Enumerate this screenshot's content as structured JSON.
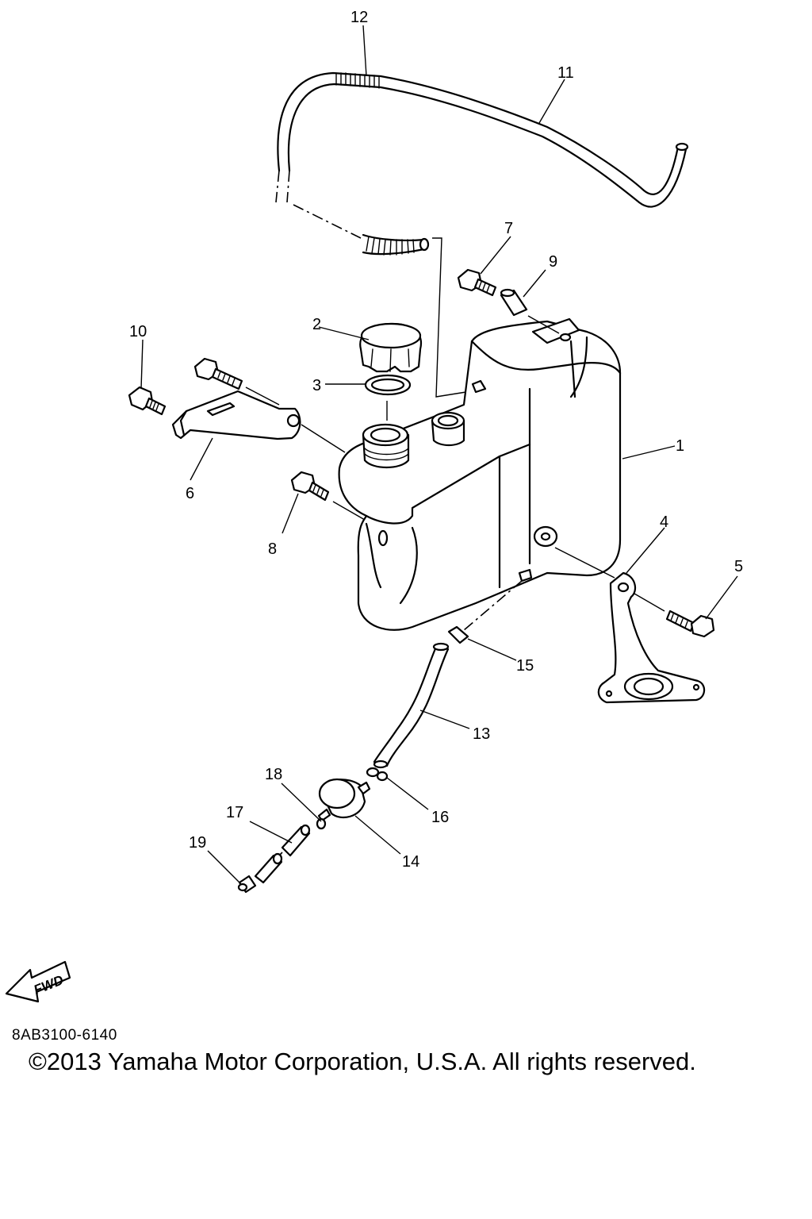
{
  "diagram": {
    "callouts": [
      "1",
      "2",
      "3",
      "4",
      "5",
      "6",
      "7",
      "8",
      "9",
      "10",
      "11",
      "12",
      "13",
      "14",
      "15",
      "16",
      "17",
      "18",
      "19"
    ],
    "fwd_arrow_text": "FWD",
    "diagram_code": "8AB3100-6140",
    "copyright": "©2013 Yamaha Motor Corporation, U.S.A. All rights reserved."
  }
}
